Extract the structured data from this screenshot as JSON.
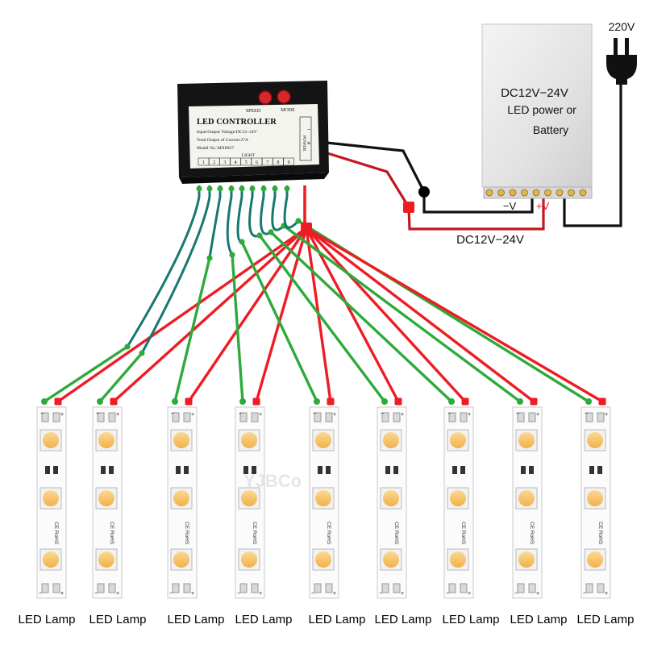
{
  "controller": {
    "speed_label": "SPEED",
    "mode_label": "MODE",
    "title": "LED CONTROLLER",
    "spec_voltage": "Input/Output Voltage:DC12~24V",
    "spec_current": "Total Output of Current:27A",
    "spec_model": "Model No.:MX0927",
    "light_label": "LIGHT",
    "channel_numbers": [
      "1",
      "2",
      "3",
      "4",
      "5",
      "6",
      "7",
      "8",
      "9"
    ],
    "power_label": "POWER",
    "minus_sign": "−",
    "plus_sign": "+"
  },
  "power_supply": {
    "line1": "DC12V−24V",
    "line2": "LED power or",
    "line3": "Battery",
    "neg_label": "−V",
    "pos_label": "+V"
  },
  "mains_label": "220V",
  "supply_voltage_label": "DC12V−24V",
  "lamp_label_a": "LED",
  "lamp_label_b": "Lamp",
  "strip_minus": "−",
  "strip_plus": "+",
  "strip_marking": "CE RoHS",
  "watermark": "YJBCo",
  "lamp_count": 9,
  "colors": {
    "green_wire": "#2eaa3c",
    "teal_wire": "#16786e",
    "red_wire": "#ee1c24",
    "led_amber": "#f5c062",
    "psu_body": "#e4e4e4",
    "controller_body": "#151515"
  }
}
